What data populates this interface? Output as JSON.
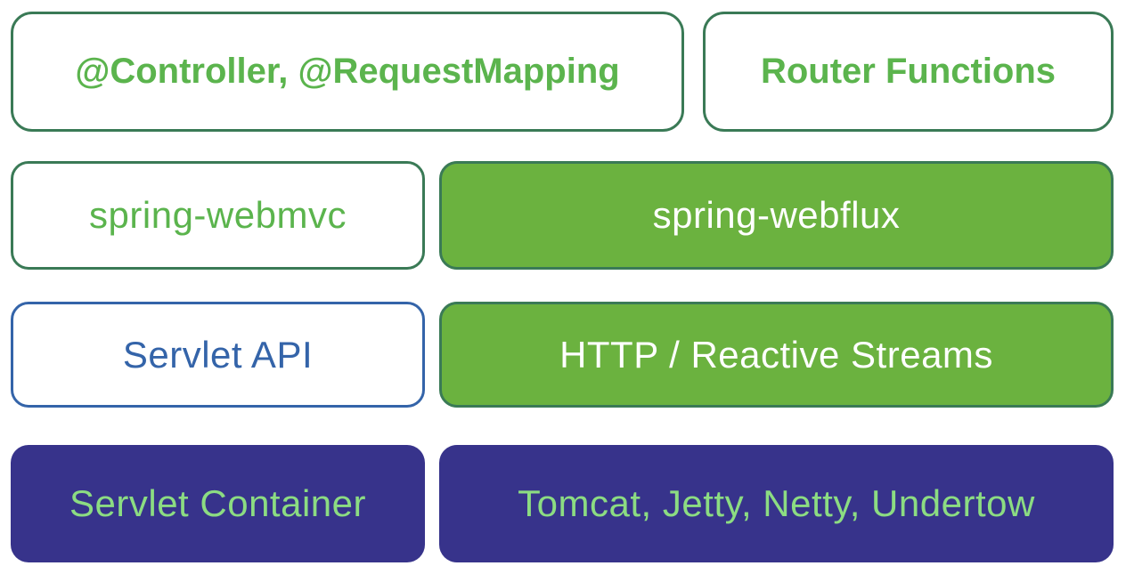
{
  "colors": {
    "green_text": "#5bb44d",
    "green_fill": "#6bb23f",
    "green_border": "#3a7a56",
    "blue": "#3464a9",
    "navy": "#37338b",
    "light_green": "#8cdc82",
    "white": "#ffffff"
  },
  "diagram": {
    "rows": [
      {
        "boxes": [
          {
            "label": "@Controller, @RequestMapping"
          },
          {
            "label": "Router Functions"
          }
        ]
      },
      {
        "boxes": [
          {
            "label": "spring-webmvc"
          },
          {
            "label": "spring-webflux"
          }
        ]
      },
      {
        "boxes": [
          {
            "label": "Servlet API"
          },
          {
            "label": "HTTP / Reactive Streams"
          }
        ]
      },
      {
        "boxes": [
          {
            "label": "Servlet Container"
          },
          {
            "label": "Tomcat, Jetty, Netty, Undertow"
          }
        ]
      }
    ]
  }
}
